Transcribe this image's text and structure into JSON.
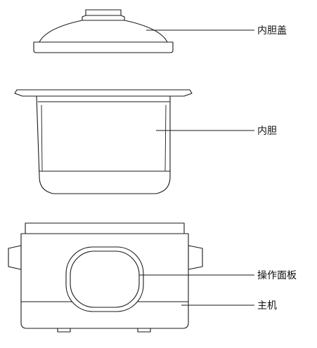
{
  "labels": {
    "inner_pot_lid": "内胆盖",
    "inner_pot": "内胆",
    "control_panel": "操作面板",
    "main_unit": "主机"
  }
}
